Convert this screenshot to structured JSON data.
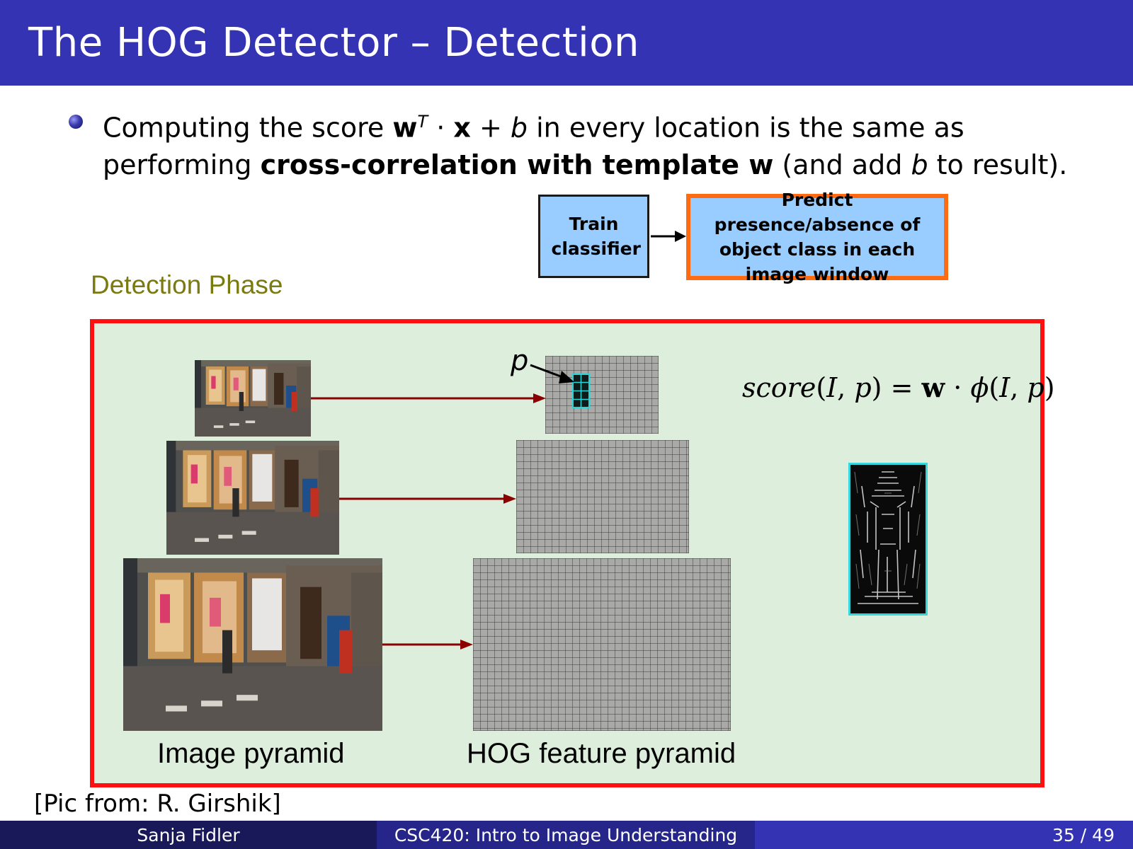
{
  "slide": {
    "title": "The HOG Detector – Detection"
  },
  "bullet": {
    "text_1": "Computing the score ",
    "w_symbol": "w",
    "transpose": "T",
    "dot_x": " · ",
    "x_symbol": "x",
    "plus": " + ",
    "b_symbol": "b",
    "text_2": " in every location is the same as performing ",
    "bold_text": "cross-correlation with template w",
    "text_3": " (and add ",
    "b_symbol_2": "b",
    "text_4": " to result)."
  },
  "flow": {
    "step1": "Train classifier",
    "step2": "Predict presence/absence of object class in each image window"
  },
  "figure": {
    "phase_label": "Detection Phase",
    "p_label": "p",
    "formula": {
      "score": "score",
      "open": "(",
      "I1": "I",
      "comma1": ", ",
      "p1": "p",
      "close_eq": ") = ",
      "w": "w",
      "dot": " · ",
      "phi": "ϕ",
      "open2": "(",
      "I2": "I",
      "comma2": ", ",
      "p2": "p",
      "close2": ")"
    },
    "image_pyramid_label": "Image pyramid",
    "hog_pyramid_label": "HOG feature pyramid"
  },
  "credit": "[Pic from:  R. Girshik]",
  "footer": {
    "author": "Sanja Fidler",
    "course": "CSC420: Intro to Image Understanding",
    "page": "35 / 49"
  },
  "colors": {
    "title_bar": "#3333b3",
    "panel_bg": "#deeedd",
    "panel_border": "#ff1010",
    "arrow": "#8b0000",
    "flow_box": "#99ccff",
    "highlight_border": "#ff6b10",
    "template_border": "#35d7df"
  }
}
